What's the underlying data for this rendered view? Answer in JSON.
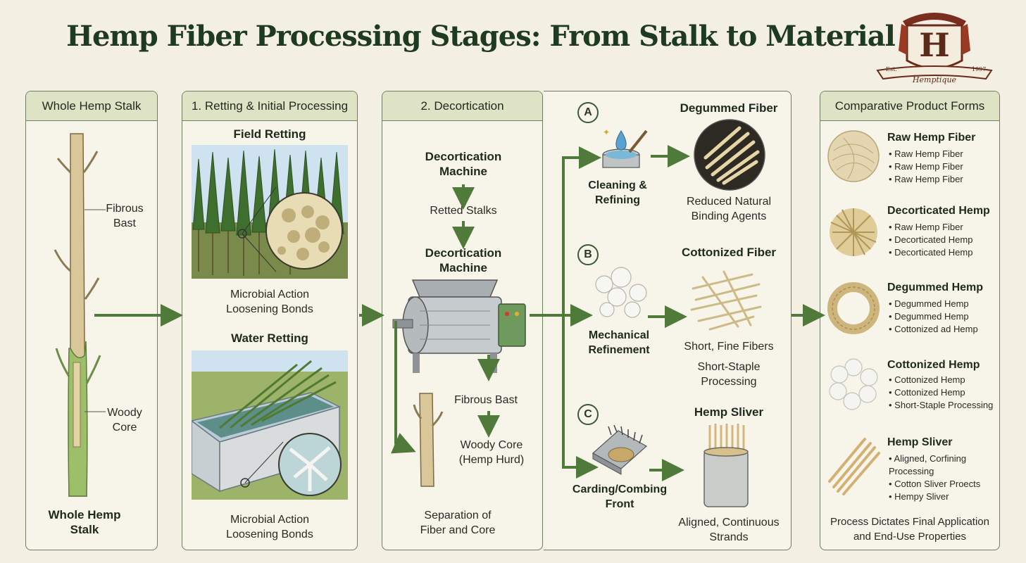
{
  "title": "Hemp Fiber Processing Stages: From Stalk to Material",
  "logo": {
    "letter": "H",
    "name": "Hemptique",
    "est": "Est.",
    "year": "1997"
  },
  "colors": {
    "arrow": "#4f7a3a",
    "panel_border": "#6f7d63",
    "header_fill": "#dfe3c5",
    "background": "#f3efe3"
  },
  "panel1": {
    "header": "Whole Hemp Stalk",
    "label_bast": "Fibrous\nBast",
    "label_core": "Woody\nCore",
    "footer": "Whole Hemp\nStalk"
  },
  "panel2": {
    "header": "1. Retting & Initial Processing",
    "field_title": "Field Retting",
    "field_caption": "Microbial Action\nLoosening Bonds",
    "water_title": "Water Retting",
    "water_caption": "Microbial Action\nLoosening Bonds"
  },
  "panel3": {
    "header": "2. Decortication",
    "machine_label_1": "Decortication\nMachine",
    "retted": "Retted Stalks",
    "machine_label_2": "Decortication\nMachine",
    "bast": "Fibrous Bast",
    "core": "Woody Core\n(Hemp Hurd)",
    "footer": "Separation of\nFiber and Core"
  },
  "panel4": {
    "a": {
      "badge": "A",
      "process": "Cleaning &\nRefining",
      "output_title": "Degummed Fiber",
      "output_caption": "Reduced Natural\nBinding Agents"
    },
    "b": {
      "badge": "B",
      "process": "Mechanical\nRefinement",
      "output_title": "Cottonized Fiber",
      "output_caption_1": "Short, Fine Fibers",
      "output_caption_2": "Short-Staple\nProcessing"
    },
    "c": {
      "badge": "C",
      "process": "Carding/Combing\nFront",
      "output_title": "Hemp Sliver",
      "output_caption": "Aligned, Continuous\nStrands"
    }
  },
  "panel5": {
    "header": "Comparative Product Forms",
    "products": [
      {
        "title": "Raw Hemp Fiber",
        "items": [
          "Raw Hemp Fiber",
          "Raw Hemp Fiber",
          "Raw Hemp Fiber"
        ]
      },
      {
        "title": "Decorticated Hemp",
        "items": [
          "Raw Hemp Fiber",
          "Decorticated Hemp",
          "Decorticated Hemp"
        ]
      },
      {
        "title": "Degummed Hemp",
        "items": [
          "Degummed Hemp",
          "Degummed Hemp",
          "Cottonized ad Hemp"
        ]
      },
      {
        "title": "Cottonized Hemp",
        "items": [
          "Cottonized Hemp",
          "Cottonized Hemp",
          "Short-Staple Processing"
        ]
      },
      {
        "title": "Hemp Sliver",
        "items": [
          "Aligned, Corfining\nProcessing",
          "Cotton Sliver Proects",
          "Hempy Sliver"
        ]
      }
    ],
    "footer": "Process Dictates Final Application\nand End-Use Properties"
  }
}
